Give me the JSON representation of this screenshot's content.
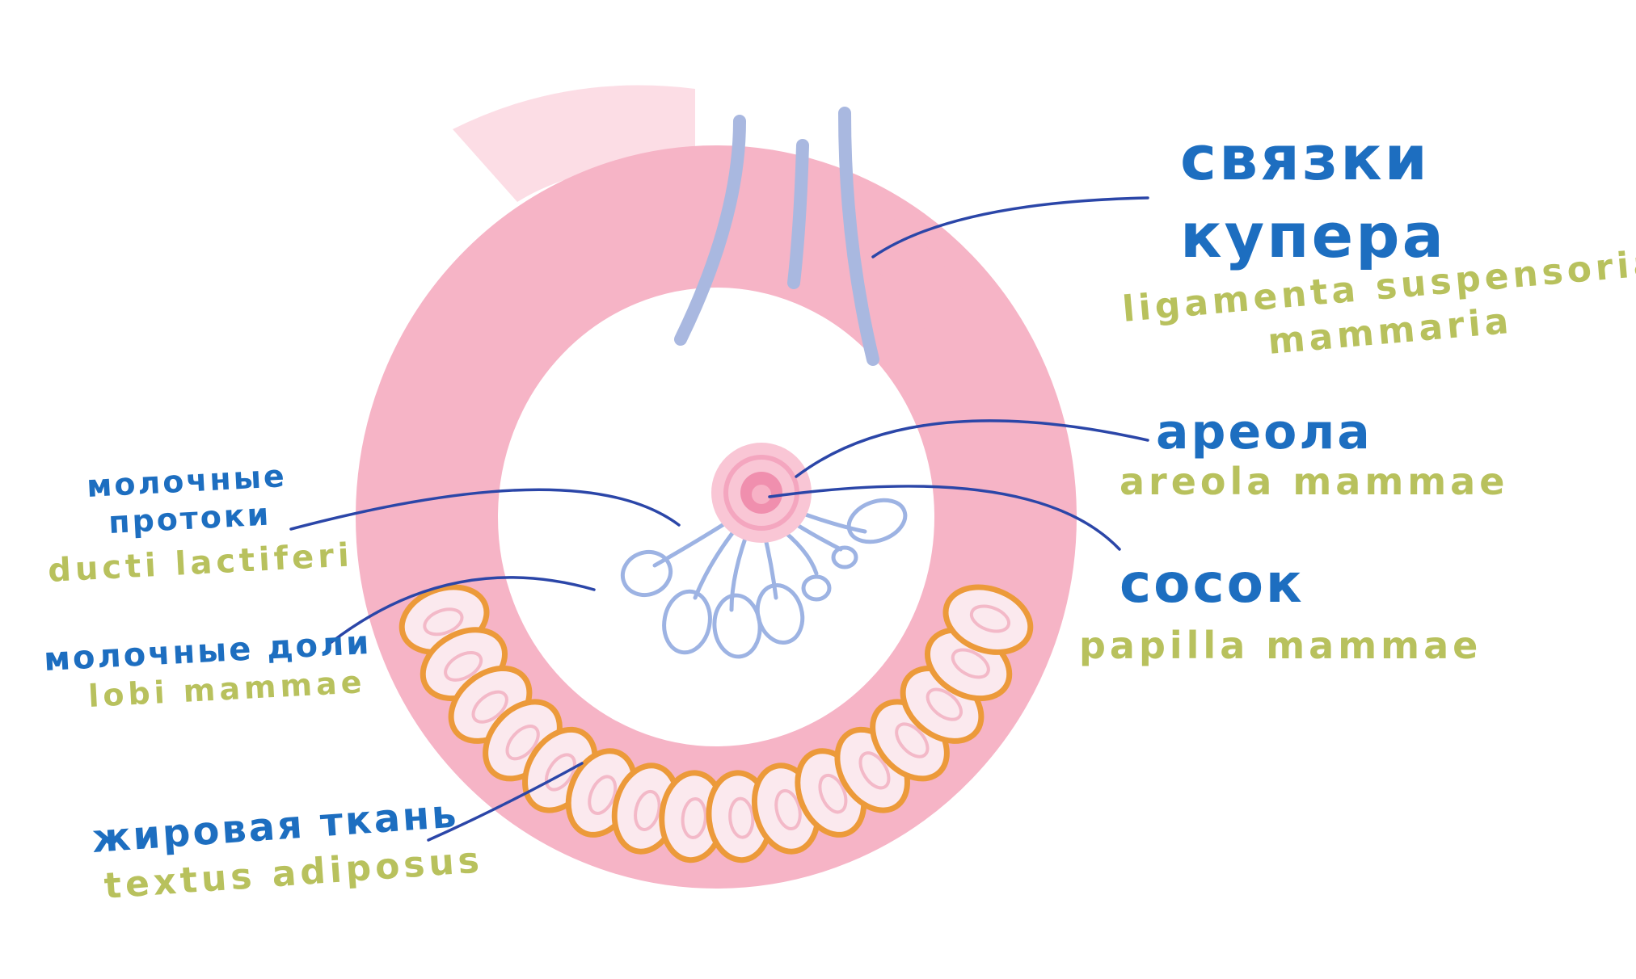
{
  "colors": {
    "ring": "#f6b4c6",
    "ring_light": "#fbd4df",
    "fat_outline": "#ec9a3a",
    "fat_fill": "#fbe9ee",
    "fat_inner": "#f3b9c8",
    "ligament": "#a9b8e0",
    "duct": "#9db3e3",
    "areola": "#f9c6d5",
    "nipple": "#f08fae",
    "leader": "#2b46a8",
    "text_ru": "#1d6ec0",
    "text_lat": "#b8c15d"
  },
  "labels": {
    "cooper": {
      "ru_line1": "связки",
      "ru_line2": "купера",
      "lat_line1": "ligamenta suspensoria",
      "lat_line2": "mammaria"
    },
    "areola": {
      "ru": "ареола",
      "lat": "areola mammae"
    },
    "nipple": {
      "ru": "сосок",
      "lat": "papilla mammae"
    },
    "ducts": {
      "ru_line1": "молочные",
      "ru_line2": "протоки",
      "lat": "ducti lactiferi"
    },
    "lobes": {
      "ru": "молочные доли",
      "lat": "lobi mammae"
    },
    "fat": {
      "ru": "жировая ткань",
      "lat": "textus adiposus"
    }
  }
}
